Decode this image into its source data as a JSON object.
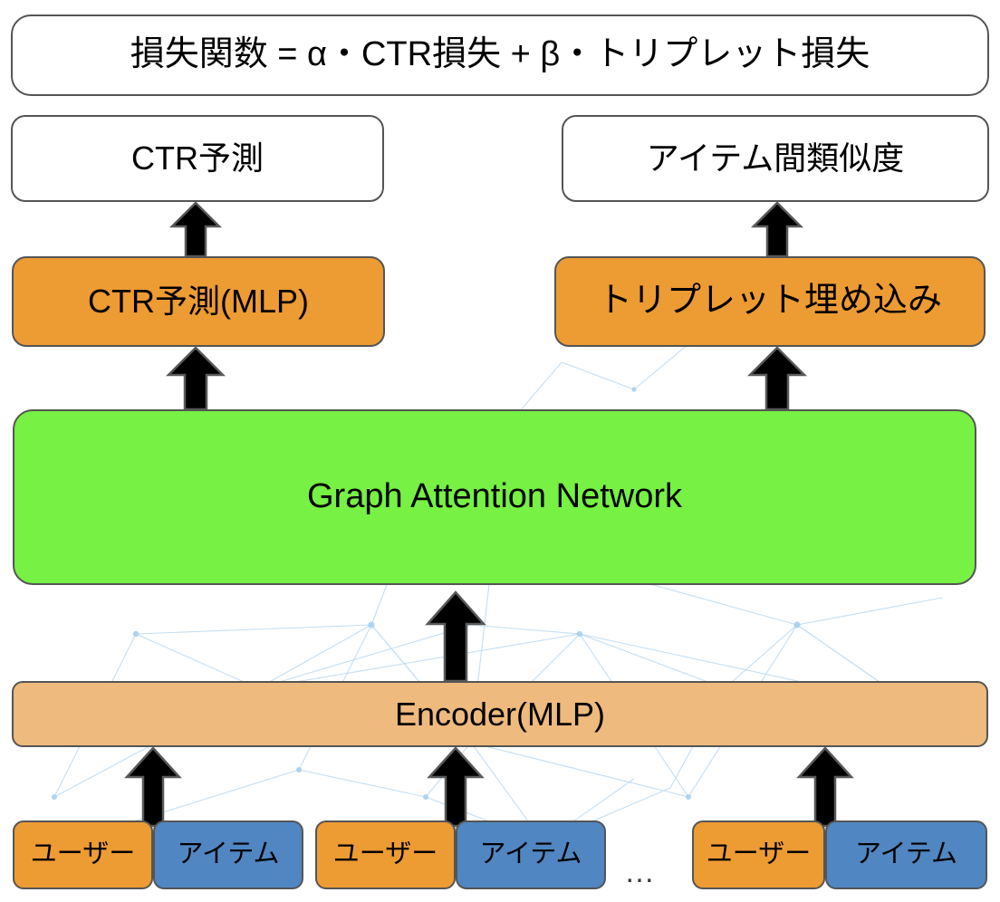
{
  "diagram": {
    "title_box": {
      "label": "損失関数 = α・CTR損失 + β・トリプレット損失",
      "font_size": 38
    },
    "output_boxes": [
      {
        "label": "CTR予測",
        "font_size": 36
      },
      {
        "label": "アイテム間類似度",
        "font_size": 36
      }
    ],
    "head_boxes": [
      {
        "label": "CTR予測(MLP)",
        "font_size": 36
      },
      {
        "label": "トリプレット埋め込み",
        "font_size": 38
      }
    ],
    "backbone_box": {
      "label": "Graph Attention Network",
      "font_size": 38
    },
    "encoder_box": {
      "label": "Encoder(MLP)",
      "font_size": 36
    },
    "input_pairs": [
      {
        "user_label": "ユーザー",
        "item_label": "アイテム"
      },
      {
        "user_label": "ユーザー",
        "item_label": "アイテム"
      },
      {
        "user_label": "ユーザー",
        "item_label": "アイテム"
      }
    ],
    "ellipsis_label": "…",
    "colors": {
      "orange": "#ED9B33",
      "green": "#76F144",
      "tan": "#EFBA7D",
      "blue": "#5086C1",
      "white": "#FFFFFF",
      "outline": "#555555",
      "arrow": "#000000",
      "background_network": "#BBD9F2"
    }
  }
}
